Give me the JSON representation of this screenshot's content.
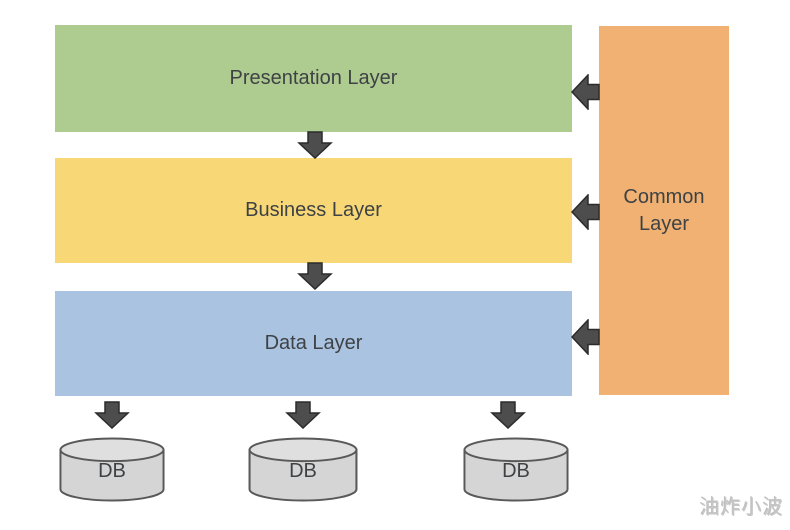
{
  "layers": [
    {
      "name": "presentation",
      "label": "Presentation Layer",
      "fill": "#aecb90"
    },
    {
      "name": "business",
      "label": "Business Layer",
      "fill": "#f8d876"
    },
    {
      "name": "data",
      "label": "Data Layer",
      "fill": "#a9c3e1"
    }
  ],
  "common_layer": {
    "label": "Common Layer",
    "fill": "#f0b173"
  },
  "databases": [
    {
      "label": "DB"
    },
    {
      "label": "DB"
    },
    {
      "label": "DB"
    }
  ],
  "styles": {
    "arrow_fill": "#4d4d4d",
    "arrow_stroke": "#2b2b2b",
    "cylinder_fill": "#d5d5d5",
    "cylinder_top_fill": "#dfdfdf",
    "cylinder_stroke": "#595959",
    "label_color": "#3f4245",
    "background": "#ffffff"
  },
  "watermark": {
    "text": "油炸小波",
    "color": "#c6c6c6"
  }
}
